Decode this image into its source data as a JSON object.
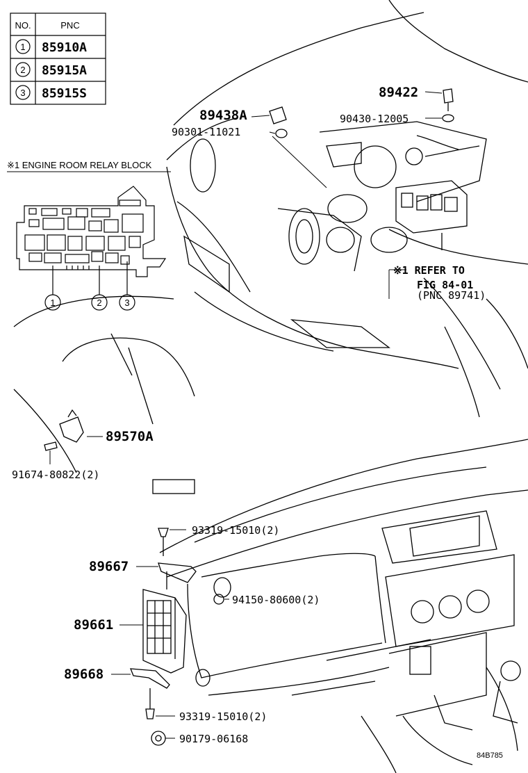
{
  "pnc_table": {
    "header_no": "NO.",
    "header_pnc": "PNC",
    "rows": [
      {
        "no": "1",
        "pnc": "85910A"
      },
      {
        "no": "2",
        "pnc": "85915A"
      },
      {
        "no": "3",
        "pnc": "85915S"
      }
    ]
  },
  "relay_block": {
    "title": "※1 ENGINE ROOM RELAY BLOCK",
    "callouts": [
      "1",
      "2",
      "3"
    ]
  },
  "refer_note": {
    "line1": "※1 REFER TO",
    "line2": "FIG 84-01",
    "line3": "(PNC 89741)"
  },
  "part_labels": {
    "p89422": "89422",
    "p90430": "90430-12005",
    "p89438A": "89438A",
    "p90301": "90301-11021",
    "p89570A": "89570A",
    "p91674": "91674-80822(2)",
    "p93319_top": "93319-15010(2)",
    "p89667": "89667",
    "p94150": "94150-80600(2)",
    "p89661": "89661",
    "p89668": "89668",
    "p93319_bottom": "93319-15010(2)",
    "p90179": "90179-06168"
  },
  "figure_id": "84B785"
}
